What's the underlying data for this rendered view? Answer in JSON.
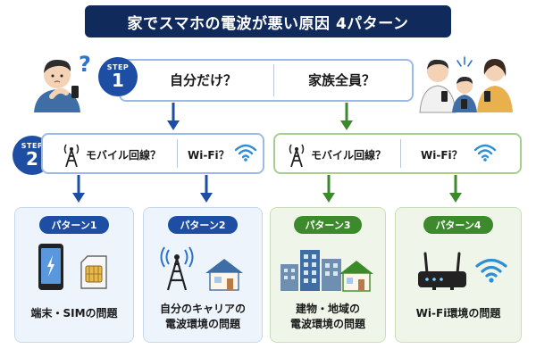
{
  "title": "家でスマホの電波が悪い原因 4パターン",
  "step1": {
    "word": "STEP",
    "number": "1",
    "left_question": "自分だけ？",
    "right_question": "家族全員？"
  },
  "step2": {
    "word": "STEP",
    "number": "2"
  },
  "left_branch": {
    "mobile_label": "モバイル回線？",
    "wifi_label": "Wi-Fi？"
  },
  "right_branch": {
    "mobile_label": "モバイル回線？",
    "wifi_label": "Wi-Fi？"
  },
  "patterns": [
    {
      "badge": "パターン1",
      "line1": "端末・SIMの問題",
      "line2": ""
    },
    {
      "badge": "パターン2",
      "line1": "自分のキャリアの",
      "line2": "電波環境の問題"
    },
    {
      "badge": "パターン3",
      "line1": "建物・地域の",
      "line2": "電波環境の問題"
    },
    {
      "badge": "パターン4",
      "line1": "Wi-Fi環境の問題",
      "line2": ""
    }
  ],
  "colors": {
    "navy": "#102a5c",
    "blue": "#1d4ea3",
    "green": "#3c8a2c",
    "blue_border": "#9bbbe6",
    "green_border": "#a6cf8f"
  },
  "icons": [
    "thinking-person-icon",
    "question-mark-icon",
    "family-with-phones-icon",
    "cell-tower-icon",
    "wifi-icon",
    "smartphone-icon",
    "sim-card-icon",
    "house-icon",
    "buildings-icon",
    "router-icon",
    "arrow-down-icon"
  ]
}
